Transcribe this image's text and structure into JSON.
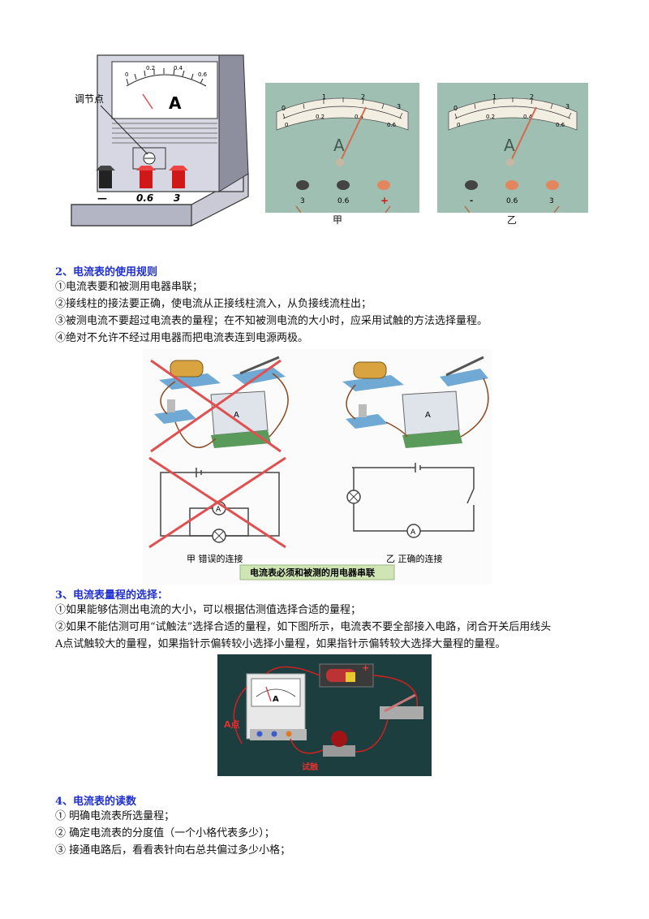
{
  "figure1": {
    "meter_unit": "A",
    "meter_ticks": [
      "0",
      "0.2",
      "0.4",
      "0.6"
    ],
    "adjust_label": "调节点",
    "terminals": [
      "—",
      "0.6",
      "3"
    ],
    "panel_left": {
      "unit": "A",
      "upper_ticks": [
        "0",
        "1",
        "2",
        "3"
      ],
      "lower_ticks": [
        "0",
        "0.2",
        "0.4",
        "0.6"
      ],
      "terminals": [
        "3",
        "0.6",
        "+"
      ],
      "caption": "甲"
    },
    "panel_right": {
      "unit": "A",
      "upper_ticks": [
        "0",
        "1",
        "2",
        "3"
      ],
      "lower_ticks": [
        "0",
        "0.2",
        "0.4",
        "0.6"
      ],
      "terminals": [
        "-",
        "0.6",
        "3"
      ],
      "caption": "乙"
    }
  },
  "section2": {
    "title": "2、电流表的使用规则",
    "lines": [
      "①电流表要和被测用电器串联；",
      "②接线柱的接法要正确，使电流从正接线柱流入，从负接线流柱出；",
      "③被测电流不要超过电流表的量程；在不知被测电流的大小时，应采用试触的方法选择量程。",
      "④绝对不允许不经过用电器而把电流表连到电源两极。"
    ]
  },
  "figure2": {
    "meter_unit": "A",
    "label_wrong": "甲  错误的连接",
    "label_right": "乙  正确的连接",
    "banner": "电流表必须和被测的用电器串联"
  },
  "section3": {
    "title": "3、电流表量程的选择：",
    "lines": [
      "①如果能够估测出电流的大小，可以根据估测值选择合适的量程；",
      "②如果不能估测可用“试触法”选择合适的量程，如下图所示，电流表不要全部接入电路，闭合开关后用线头",
      "A点试触较大的量程，如果指针示偏转较小选择小量程，如果指针示偏转较大选择大量程的量程。"
    ]
  },
  "figure3": {
    "meter_unit": "A",
    "label_a": "A点",
    "label_touch": "试触",
    "plus": "+"
  },
  "section4": {
    "title": "4、电流表的读数",
    "lines": [
      "①  明确电流表所选量程；",
      "②  确定电流表的分度值（一个小格代表多少）；",
      "③  接通电路后，看看表针向右总共偏过多少小格；"
    ]
  }
}
